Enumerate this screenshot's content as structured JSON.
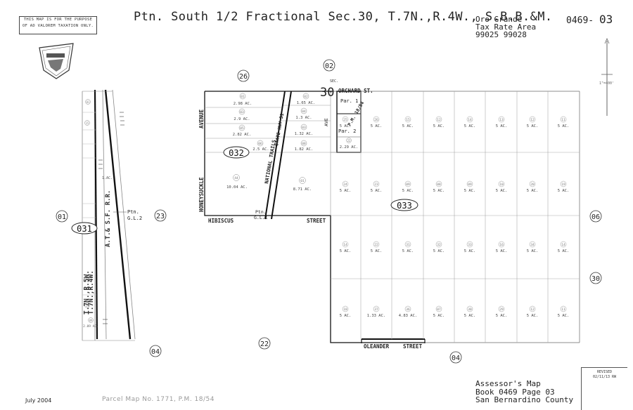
{
  "notice": {
    "line1": "THIS MAP IS FOR THE PURPOSE",
    "line2": "OF AD VALOREM TAXATION ONLY."
  },
  "title": "Ptn. South 1/2 Fractional Sec.30, T.7N.,R.4W., S.B.B.&M.",
  "tax_rate_area": {
    "line1": "Oro Grande",
    "line2": "Tax Rate Area",
    "line3": "99025  99028"
  },
  "map_number": {
    "book": "0469-",
    "page": "03"
  },
  "date": "July 2004",
  "parcel_map_ref": "Parcel Map No. 1771, P.M. 18/54",
  "assessor": {
    "line1": "Assessor's Map",
    "line2": "Book 0469 Page 03",
    "line3": "San Bernardino County"
  },
  "revised": {
    "label": "REVISED",
    "date": "02/11/13 RW"
  },
  "scale": "1\"=400'",
  "section": {
    "label": "SEC.",
    "number": "30"
  },
  "block_numbers": {
    "b031": "031",
    "b032": "032",
    "b033": "033"
  },
  "adjacent_pages": {
    "p01": "01",
    "p23": "23",
    "p26": "26",
    "p02": "02",
    "p06": "06",
    "p30": "30",
    "p04a": "04",
    "p22": "22",
    "p04b": "04"
  },
  "streets": {
    "orchard": "ORCHARD ST.",
    "hibiscus": "HIBISCUS",
    "street": "STREET",
    "oleander": "OLEANDER",
    "oleander_street": "STREET",
    "avenue": "AVENUE",
    "honeysuckle": "HONEYSUCKLE",
    "national_trails": "NATIONAL TRAILS",
    "state_hwy": "STATE HWY 31",
    "ave": "AVE"
  },
  "labels": {
    "township_w": "T.7N.,R.5W.",
    "township_e": "T.7N.,R.4W.",
    "railroad": "A.T.& S.F. R.R.",
    "ptn_gl2a": "Ptn.",
    "ptn_gl2b": "G.L.2",
    "ptn_gl1a": "Ptn.",
    "ptn_gl1b": "G.L.1",
    "par1": "Par. 1",
    "par2": "Par. 2",
    "pm": "P.M. 18/54",
    "strip_ac": "1.AC."
  },
  "parcels_032": [
    {
      "num": "01",
      "area": "2.98 AC."
    },
    {
      "num": "03",
      "area": "2.9 AC."
    },
    {
      "num": "05",
      "area": "2.82 AC."
    },
    {
      "num": "06",
      "area": "2.5 AC."
    },
    {
      "num": "02",
      "area": "1.65 AC."
    },
    {
      "num": "04",
      "area": "1.3 AC."
    },
    {
      "num": "03",
      "area": "1.32 AC."
    },
    {
      "num": "08",
      "area": "1.82 AC."
    },
    {
      "num": "44",
      "area": "10.04 AC."
    },
    {
      "num": "01",
      "area": "8.71 AC."
    },
    {
      "num": "22",
      "area": "2.29 AC."
    }
  ],
  "parcels_033_rows": [
    [
      {
        "num": "25",
        "area": "5 AC."
      },
      {
        "num": "26",
        "area": "5 AC."
      },
      {
        "num": "15",
        "area": "5 AC."
      },
      {
        "num": "12",
        "area": "5 AC."
      },
      {
        "num": "14",
        "area": "5 AC."
      },
      {
        "num": "13",
        "area": "5 AC."
      },
      {
        "num": "12",
        "area": "5 AC."
      },
      {
        "num": "11",
        "area": "5 AC."
      }
    ],
    [
      {
        "num": "24",
        "area": "5 AC."
      },
      {
        "num": "23",
        "area": "5 AC."
      },
      {
        "num": "09",
        "area": "5 AC."
      },
      {
        "num": "08",
        "area": "5 AC."
      },
      {
        "num": "09",
        "area": "5 AC."
      },
      {
        "num": "10",
        "area": "5 AC."
      },
      {
        "num": "20",
        "area": "5 AC."
      },
      {
        "num": "19",
        "area": "5 AC."
      }
    ],
    [
      {
        "num": "14",
        "area": "5 AC."
      },
      {
        "num": "22",
        "area": "5 AC."
      },
      {
        "num": "31",
        "area": "5 AC."
      },
      {
        "num": "32",
        "area": "5 AC."
      },
      {
        "num": "33",
        "area": "5 AC."
      },
      {
        "num": "16",
        "area": "5 AC."
      },
      {
        "num": "34",
        "area": "5 AC."
      },
      {
        "num": "14",
        "area": "5 AC."
      }
    ],
    [
      {
        "num": "18",
        "area": "5 AC."
      },
      {
        "num": "37",
        "area": "1.33 AC."
      },
      {
        "num": "36",
        "area": "4.83 AC."
      },
      {
        "num": "07",
        "area": "5 AC."
      },
      {
        "num": "30",
        "area": "5 AC."
      },
      {
        "num": "29",
        "area": "5 AC."
      },
      {
        "num": "12",
        "area": "5 AC."
      },
      {
        "num": "11",
        "area": "5 AC."
      }
    ]
  ],
  "parcels_031": [
    {
      "num": "01",
      "area": "1. AC."
    },
    {
      "num": "15",
      "area": ""
    },
    {
      "num": "11",
      "area": ""
    },
    {
      "num": "09",
      "area": "2.09 AC."
    }
  ]
}
